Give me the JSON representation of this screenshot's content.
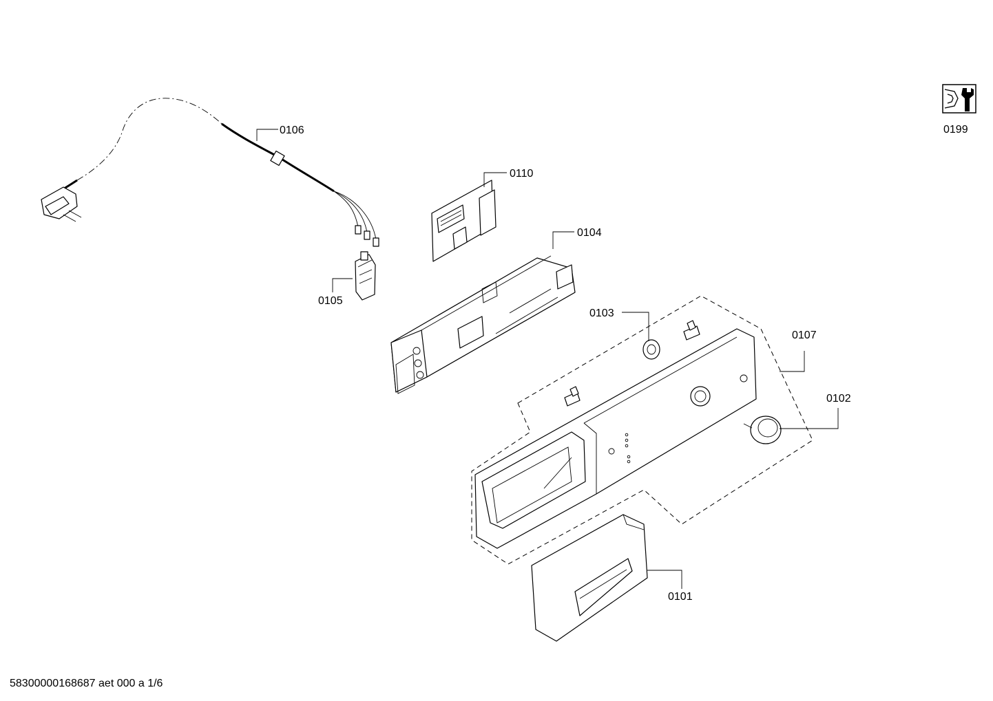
{
  "diagram": {
    "callouts": {
      "p0106": "0106",
      "p0110": "0110",
      "p0104": "0104",
      "p0105": "0105",
      "p0103": "0103",
      "p0107": "0107",
      "p0102": "0102",
      "p0101": "0101",
      "p0199": "0199"
    },
    "icons": {
      "service_tool": "wrench-nut-icon"
    },
    "footer": "58300000168687 aet 000 a 1/6"
  }
}
